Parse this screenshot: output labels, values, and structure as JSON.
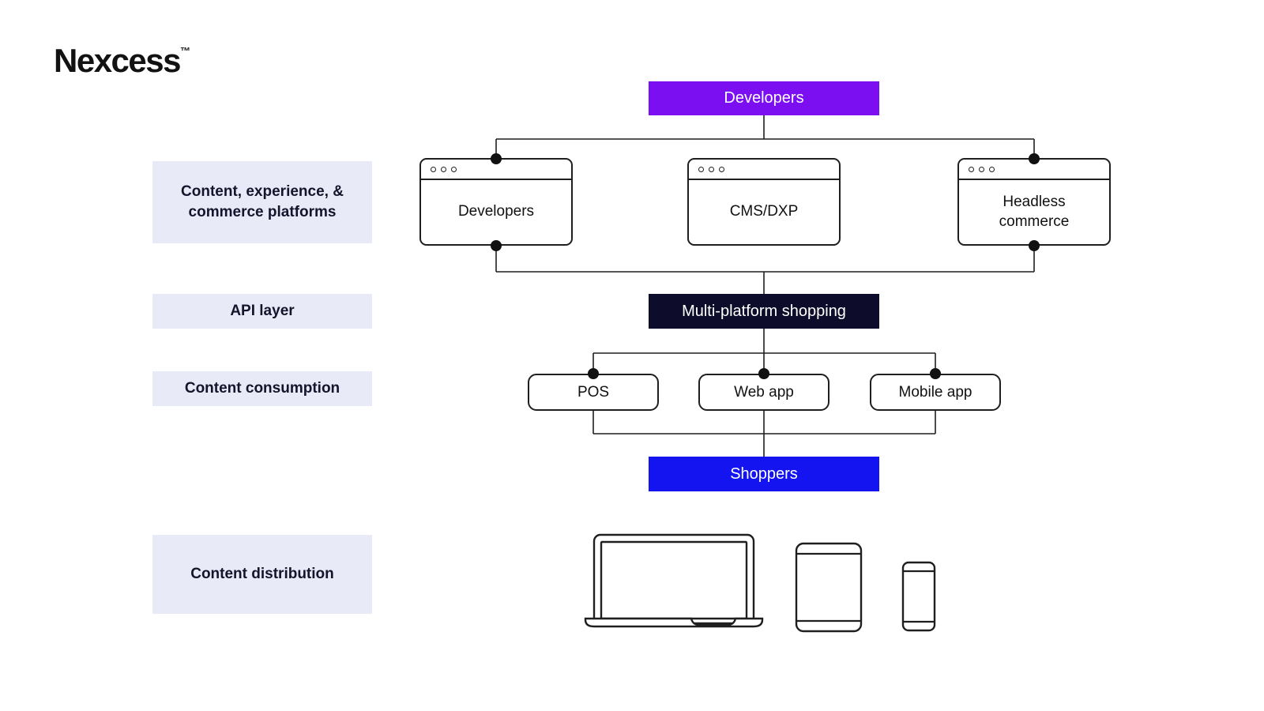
{
  "brand": {
    "name": "Nexcess",
    "trademark": "™"
  },
  "colors": {
    "purple": "#7b0ff2",
    "navy": "#0d0d2b",
    "blue": "#1414f0",
    "label_bg": "#e9eaf8",
    "label_text": "#14142b",
    "line": "#1f1f1f"
  },
  "sidebar": {
    "labels": [
      {
        "text": "Content, experience, & commerce platforms"
      },
      {
        "text": "API layer"
      },
      {
        "text": "Content consumption"
      },
      {
        "text": "Content distribution"
      }
    ]
  },
  "diagram": {
    "top_banner": {
      "label": "Developers"
    },
    "platform_windows": [
      {
        "label": "Developers"
      },
      {
        "label": "CMS/DXP"
      },
      {
        "label": "Headless commerce"
      }
    ],
    "api_banner": {
      "label": "Multi-platform shopping"
    },
    "consumption_nodes": [
      {
        "label": "POS"
      },
      {
        "label": "Web app"
      },
      {
        "label": "Mobile app"
      }
    ],
    "shoppers_banner": {
      "label": "Shoppers"
    },
    "device_icons": [
      "laptop-icon",
      "tablet-icon",
      "smartphone-icon"
    ]
  }
}
